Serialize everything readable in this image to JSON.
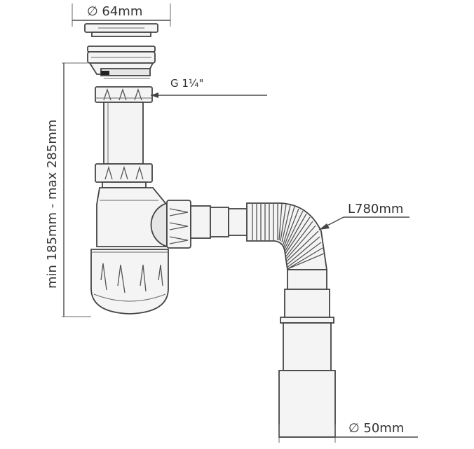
{
  "dimensions": {
    "top_diameter": "∅ 64mm",
    "thread": "G 1¼\"",
    "height_range": "min 185mm - max 285mm",
    "hose_length": "L780mm",
    "bottom_diameter": "∅ 50mm"
  },
  "colors": {
    "line": "#444444",
    "fill": "#f4f4f4",
    "text": "#333333"
  }
}
